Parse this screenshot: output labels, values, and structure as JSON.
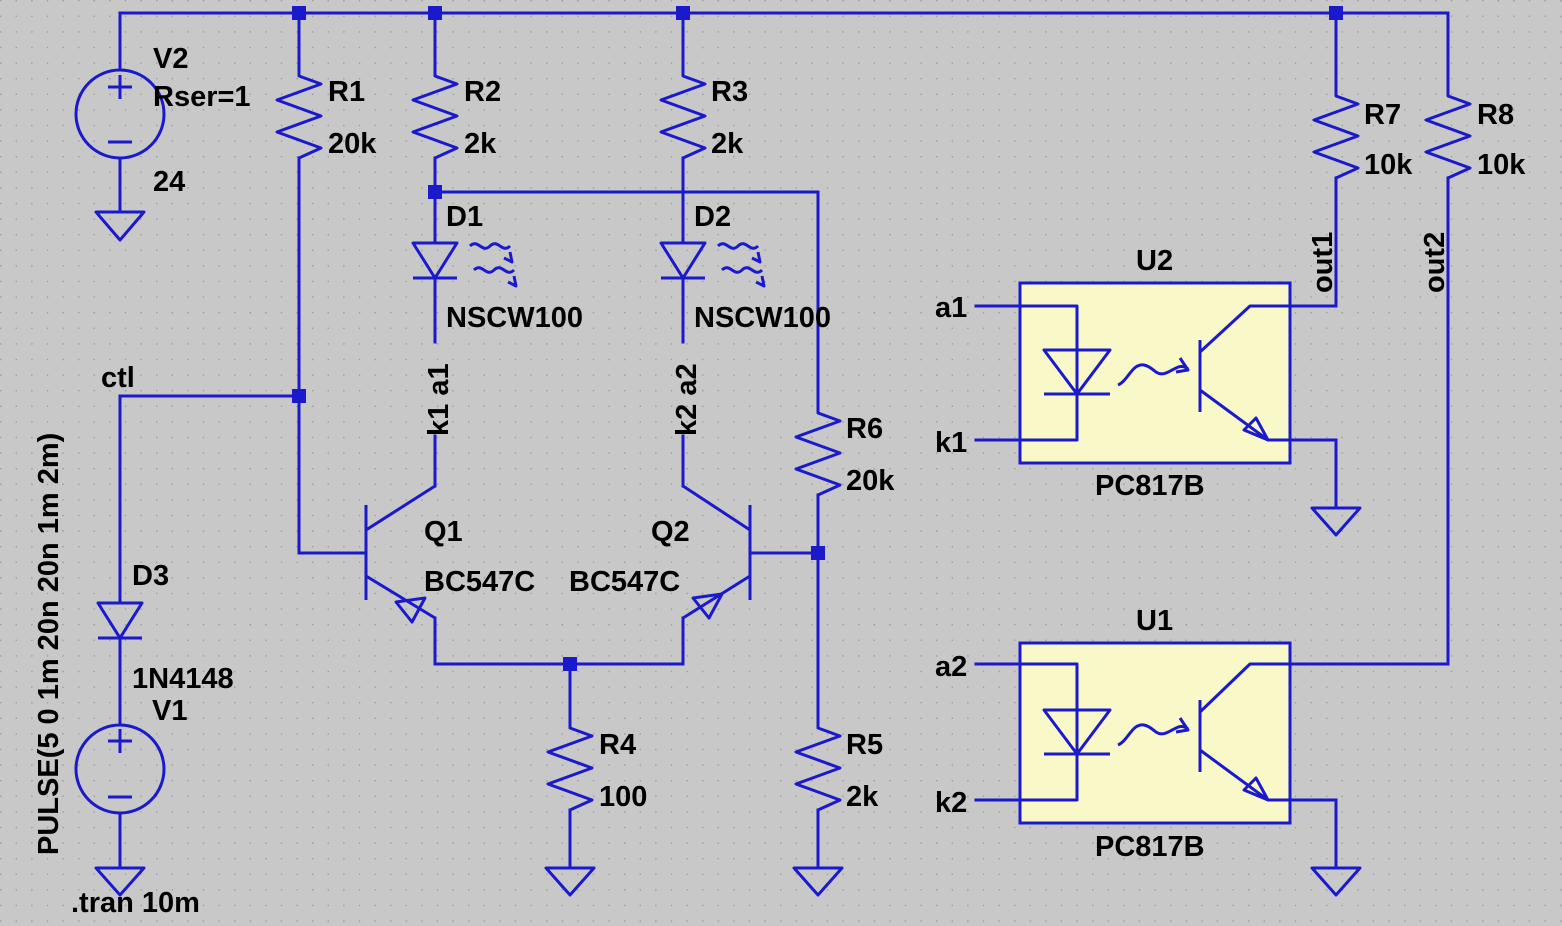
{
  "components": {
    "V2": {
      "ref": "V2",
      "param": "Rser=1",
      "value": "24"
    },
    "V1": {
      "ref": "V1",
      "value": "PULSE(5 0 1m 20n 20n 1m 2m)"
    },
    "R1": {
      "ref": "R1",
      "value": "20k"
    },
    "R2": {
      "ref": "R2",
      "value": "2k"
    },
    "R3": {
      "ref": "R3",
      "value": "2k"
    },
    "R4": {
      "ref": "R4",
      "value": "100"
    },
    "R5": {
      "ref": "R5",
      "value": "2k"
    },
    "R6": {
      "ref": "R6",
      "value": "20k"
    },
    "R7": {
      "ref": "R7",
      "value": "10k"
    },
    "R8": {
      "ref": "R8",
      "value": "10k"
    },
    "D1": {
      "ref": "D1",
      "value": "NSCW100"
    },
    "D2": {
      "ref": "D2",
      "value": "NSCW100"
    },
    "D3": {
      "ref": "D3",
      "value": "1N4148"
    },
    "Q1": {
      "ref": "Q1",
      "value": "BC547C"
    },
    "Q2": {
      "ref": "Q2",
      "value": "BC547C"
    },
    "U1": {
      "ref": "U1",
      "value": "PC817B"
    },
    "U2": {
      "ref": "U2",
      "value": "PC817B"
    }
  },
  "nets": {
    "ctl": "ctl",
    "k1a1": "k1 a1",
    "k2a2": "k2 a2",
    "out1": "out1",
    "out2": "out2",
    "a1": "a1",
    "k1": "k1",
    "a2": "a2",
    "k2": "k2"
  },
  "directive": ".tran 10m"
}
